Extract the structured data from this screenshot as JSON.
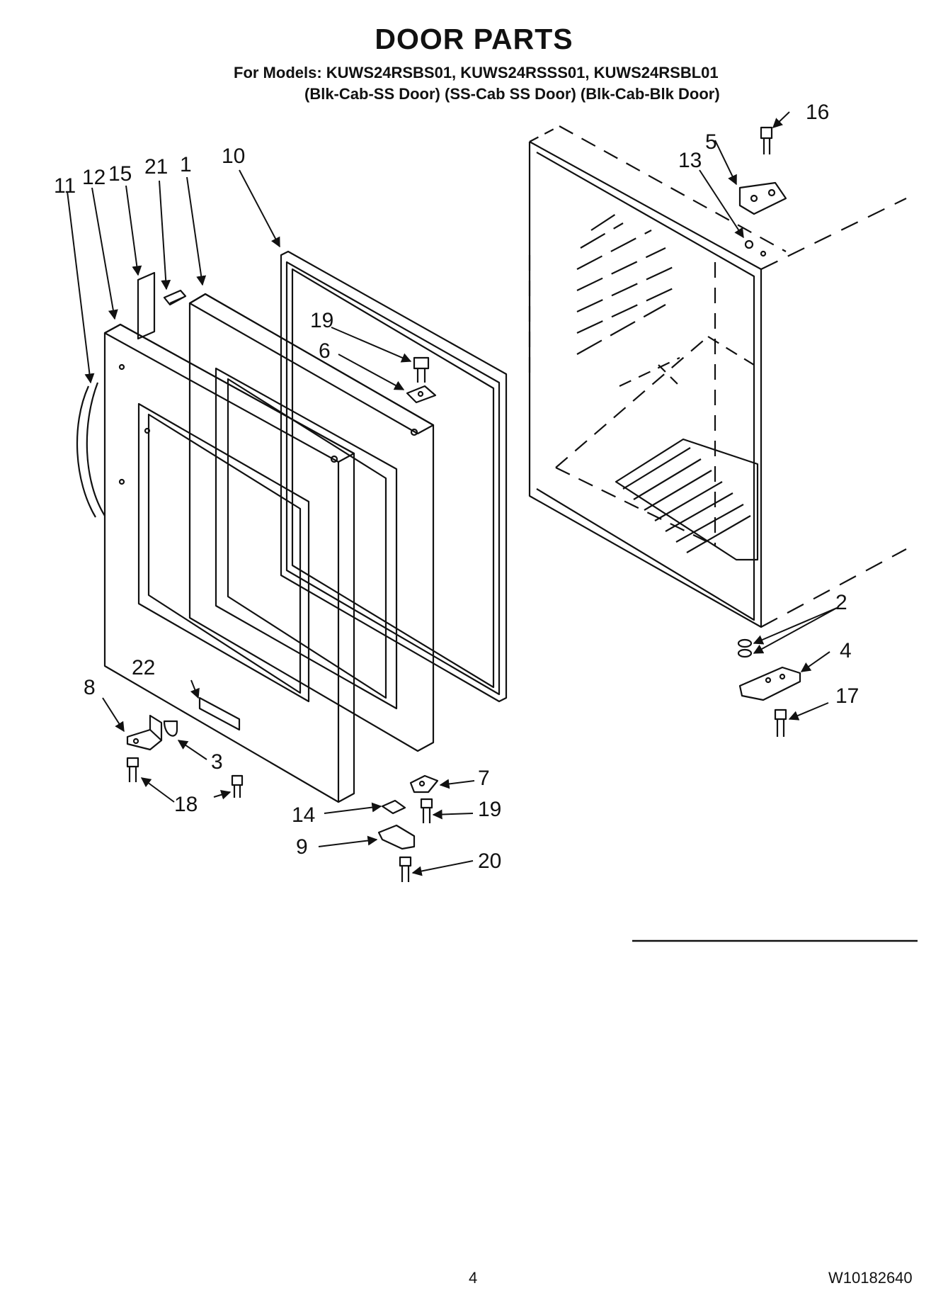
{
  "header": {
    "title": "DOOR PARTS",
    "models_line": "For Models: KUWS24RSBS01, KUWS24RSSS01, KUWS24RSBL01",
    "variants_line": "(Blk-Cab-SS Door)  (SS-Cab SS Door) (Blk-Cab-Blk Door)"
  },
  "callouts": {
    "c1": "1",
    "c2": "2",
    "c3": "3",
    "c4": "4",
    "c5": "5",
    "c6": "6",
    "c7": "7",
    "c8": "8",
    "c9": "9",
    "c10": "10",
    "c11": "11",
    "c12": "12",
    "c13": "13",
    "c14": "14",
    "c15": "15",
    "c16": "16",
    "c17": "17",
    "c18": "18",
    "c19a": "19",
    "c19b": "19",
    "c20": "20",
    "c21": "21",
    "c22": "22"
  },
  "footer": {
    "page_number": "4",
    "document_number": "W10182640"
  }
}
